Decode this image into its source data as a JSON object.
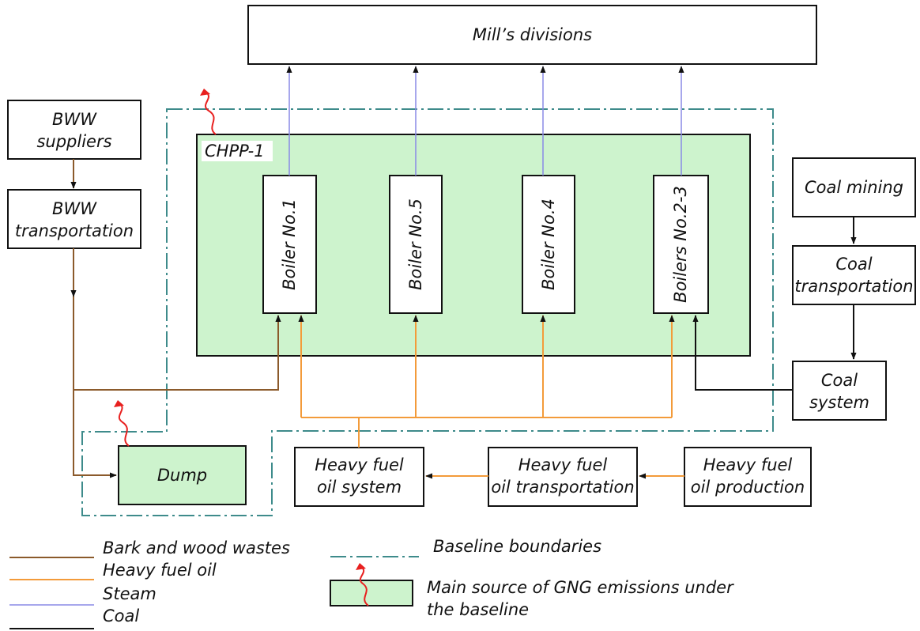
{
  "colors": {
    "bww": "#8B5A2B",
    "fuel_oil": "#F39B3A",
    "steam": "#8A8AE6",
    "coal": "#111111",
    "boundary": "#3E8B8B",
    "emission_zone": "#CDF3CD",
    "emission_arrow": "#E8201F"
  },
  "nodes": {
    "mills_divisions": "Mill’s divisions",
    "bww_suppliers_1": "BWW",
    "bww_suppliers_2": "suppliers",
    "bww_transport_1": "BWW",
    "bww_transport_2": "transportation",
    "chpp": "CHPP-1",
    "boiler_1": "Boiler No.1",
    "boiler_5": "Boiler No.5",
    "boiler_4": "Boiler No.4",
    "boilers_2_3": "Boilers No.2-3",
    "coal_mining": "Coal mining",
    "coal_transport_1": "Coal",
    "coal_transport_2": "transportation",
    "coal_system_1": "Coal",
    "coal_system_2": "system",
    "dump": "Dump",
    "hfo_system_1": "Heavy fuel",
    "hfo_system_2": "oil system",
    "hfo_transport_1": "Heavy fuel",
    "hfo_transport_2": "oil transportation",
    "hfo_production_1": "Heavy fuel",
    "hfo_production_2": "oil production"
  },
  "legend": {
    "bww": "Bark and wood wastes",
    "fuel_oil": "Heavy fuel oil",
    "steam": "Steam",
    "coal": "Coal",
    "boundary": "Baseline boundaries",
    "emission_1": "Main source of GNG emissions under",
    "emission_2": "the baseline"
  }
}
